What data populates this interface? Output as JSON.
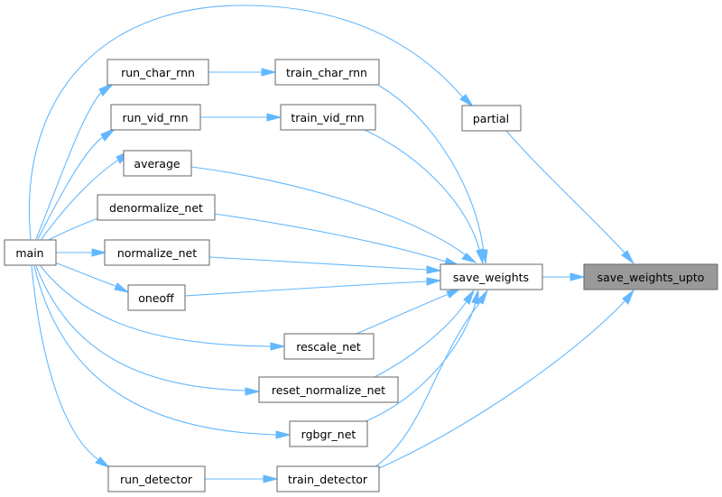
{
  "graph": {
    "nodes": {
      "main": "main",
      "run_char_rnn": "run_char_rnn",
      "train_char_rnn": "train_char_rnn",
      "run_vid_rnn": "run_vid_rnn",
      "train_vid_rnn": "train_vid_rnn",
      "partial": "partial",
      "average": "average",
      "denormalize_net": "denormalize_net",
      "normalize_net": "normalize_net",
      "oneoff": "oneoff",
      "save_weights": "save_weights",
      "save_weights_upto": "save_weights_upto",
      "rescale_net": "rescale_net",
      "reset_normalize_net": "reset_normalize_net",
      "rgbgr_net": "rgbgr_net",
      "run_detector": "run_detector",
      "train_detector": "train_detector"
    },
    "edges": [
      [
        "main",
        "run_char_rnn"
      ],
      [
        "main",
        "run_vid_rnn"
      ],
      [
        "main",
        "partial"
      ],
      [
        "main",
        "average"
      ],
      [
        "main",
        "denormalize_net"
      ],
      [
        "main",
        "normalize_net"
      ],
      [
        "main",
        "oneoff"
      ],
      [
        "main",
        "rescale_net"
      ],
      [
        "main",
        "reset_normalize_net"
      ],
      [
        "main",
        "rgbgr_net"
      ],
      [
        "main",
        "run_detector"
      ],
      [
        "run_char_rnn",
        "train_char_rnn"
      ],
      [
        "run_vid_rnn",
        "train_vid_rnn"
      ],
      [
        "run_detector",
        "train_detector"
      ],
      [
        "train_char_rnn",
        "save_weights"
      ],
      [
        "train_vid_rnn",
        "save_weights"
      ],
      [
        "average",
        "save_weights"
      ],
      [
        "denormalize_net",
        "save_weights"
      ],
      [
        "normalize_net",
        "save_weights"
      ],
      [
        "oneoff",
        "save_weights"
      ],
      [
        "rescale_net",
        "save_weights"
      ],
      [
        "reset_normalize_net",
        "save_weights"
      ],
      [
        "rgbgr_net",
        "save_weights"
      ],
      [
        "train_detector",
        "save_weights"
      ],
      [
        "save_weights",
        "save_weights_upto"
      ],
      [
        "partial",
        "save_weights_upto"
      ],
      [
        "train_detector",
        "save_weights_upto"
      ]
    ],
    "colors": {
      "edge": "#63b8ff",
      "node_border": "#666666",
      "highlight_fill": "#999999"
    }
  }
}
